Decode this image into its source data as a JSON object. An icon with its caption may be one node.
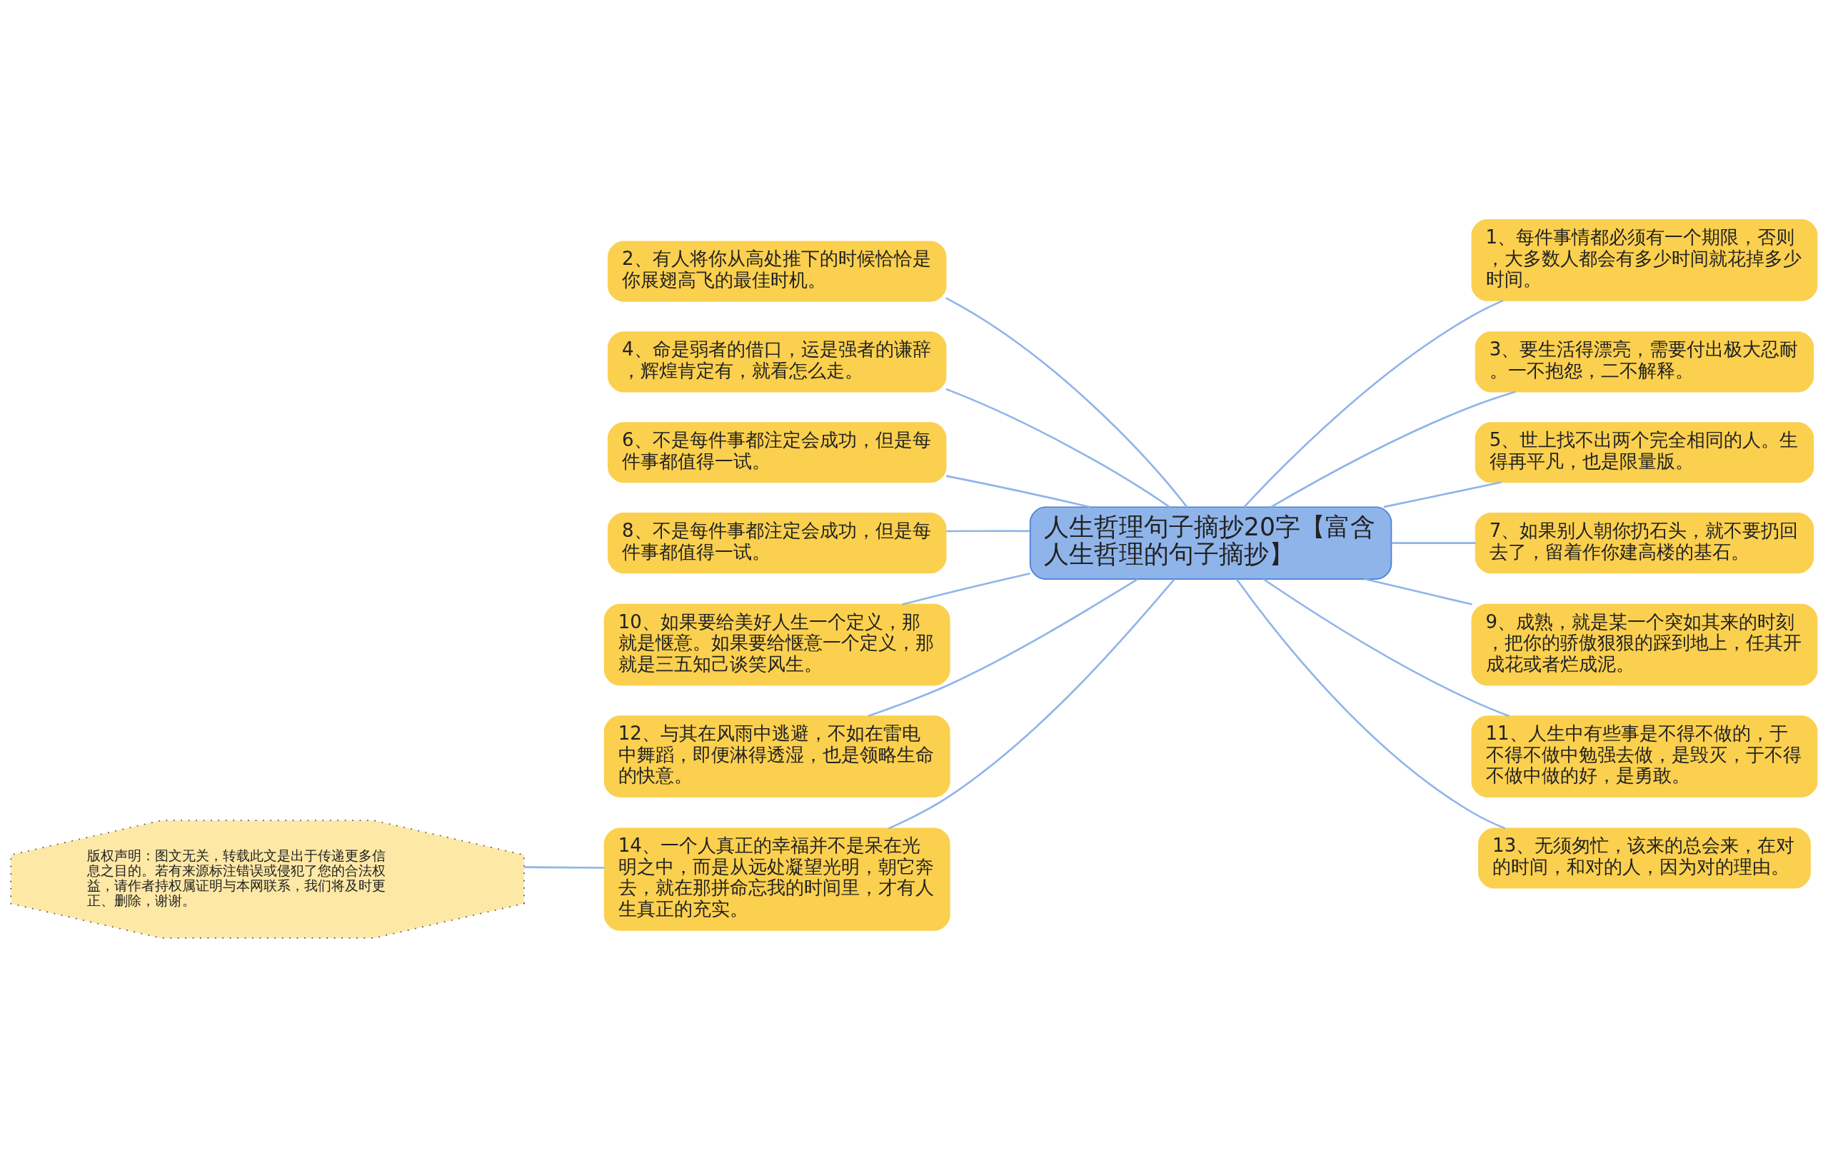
{
  "diagram": {
    "nodes": [
      {
        "text": [
          "人生哲理句子摘抄20字【富含人生哲理的句子摘抄】"
        ]
      },
      {
        "text": [
          "2、有人将你从高处推下的时候恰恰是你展翅高飞的最佳时机。"
        ]
      },
      {
        "text": [
          "4、命是弱者的借口，运是强者的谦辞，辉煌肯定有，就看怎么走。"
        ]
      },
      {
        "text": [
          "6、不是每件事都注定会成功，但是每件事都值得一试。"
        ]
      },
      {
        "text": [
          "8、不是每件事都注定会成功，但是每件事都值得一试。"
        ]
      },
      {
        "text": [
          "10、如果要给美好人生一个定义，那就是惬意。如果要给惬意一个定义，那就是三五知己谈笑风生。"
        ]
      },
      {
        "text": [
          "12、与其在风雨中逃避，不如在雷电中舞蹈，即便淋得透湿，也是领略生命的快意。"
        ]
      },
      {
        "text": [
          "14、一个人真正的幸福并不是呆在光明之中，而是从远处凝望光明，朝它奔去，就在那拼命忘我的时间里，才有人生真正的充实。"
        ]
      },
      {
        "text": [
          "1、每件事情都必须有一个期限，否则，大多数人都会有多少时间就花掉多少时间。"
        ]
      },
      {
        "text": [
          "3、要生活得漂亮，需要付出极大忍耐。一不抱怨，二不解释。"
        ]
      },
      {
        "text": [
          "5、世上找不出两个完全相同的人。生得再平凡，也是限量版。"
        ]
      },
      {
        "text": [
          "7、如果别人朝你扔石头，就不要扔回去了，留着作你建高楼的基石。"
        ]
      },
      {
        "text": [
          "9、成熟，就是某一个突如其来的时刻，把你的骄傲狠狠的踩到地上，任其开成花或者烂成泥。"
        ]
      },
      {
        "text": [
          "11、人生中有些事是不得不做的，于不得不做中勉强去做，是毁灭，于不得不做中做的好，是勇敢。"
        ]
      },
      {
        "text": [
          "13、无须匆忙，该来的总会来，在对的时间，和对的人，因为对的理由。"
        ]
      },
      {
        "text": [
          "版权声明：图文无关，转载此文是出于传递更多信息之目的。若有来源标注错误或侵犯了您的合法权益，请作者持权属证明与本网联系，我们将及时更正、删除，谢谢。"
        ]
      }
    ],
    "edges": [
      {
        "from": 0,
        "to": 1,
        "arrow": "none"
      },
      {
        "from": 0,
        "to": 2,
        "arrow": "none"
      },
      {
        "from": 0,
        "to": 3,
        "arrow": "none"
      },
      {
        "from": 0,
        "to": 4,
        "arrow": "none"
      },
      {
        "from": 0,
        "to": 5,
        "arrow": "none"
      },
      {
        "from": 0,
        "to": 6,
        "arrow": "none"
      },
      {
        "from": 0,
        "to": 7,
        "arrow": "none"
      },
      {
        "from": 0,
        "to": 8,
        "arrow": "none"
      },
      {
        "from": 0,
        "to": 9,
        "arrow": "none"
      },
      {
        "from": 0,
        "to": 10,
        "arrow": "none"
      },
      {
        "from": 0,
        "to": 11,
        "arrow": "none"
      },
      {
        "from": 0,
        "to": 12,
        "arrow": "none"
      },
      {
        "from": 0,
        "to": 13,
        "arrow": "none"
      },
      {
        "from": 0,
        "to": 14,
        "arrow": "none"
      },
      {
        "from": 7,
        "to": 15,
        "arrow": "none"
      }
    ]
  }
}
